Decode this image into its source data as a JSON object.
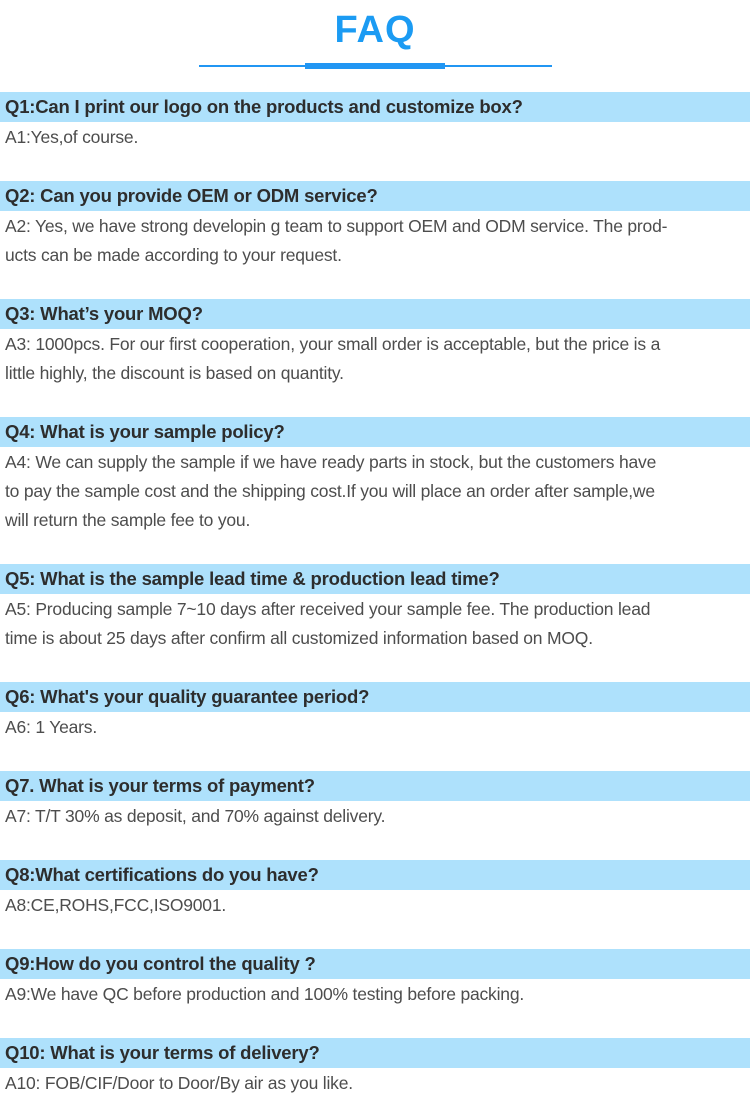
{
  "header": {
    "title": "FAQ"
  },
  "theme": {
    "title_blue": "#1b9bf3",
    "divider_blue": "#2196f3",
    "question_bar_blue": "#aee1fc",
    "question_text_color": "#2d2d2d",
    "answer_text_color": "#4d4d4d"
  },
  "faq": {
    "items": [
      {
        "q": "Q1:Can I print our logo on the products and customize box?",
        "a": "A1:Yes,of course."
      },
      {
        "q": "Q2: Can you provide OEM or ODM service?",
        "a": "A2: Yes, we have strong developin g team to support OEM and ODM service. The prod-\nucts can be made according to your request."
      },
      {
        "q": "Q3: What’s your MOQ?",
        "a": "A3: 1000pcs. For our first cooperation, your small order is acceptable, but the price is a\nlittle highly, the discount is based on quantity."
      },
      {
        "q": "Q4: What is your sample policy?",
        "a": "A4: We can supply the sample if we have ready parts in stock, but the customers have\nto pay the sample cost and the shipping cost.If you will place an order after sample,we\nwill return the sample fee to you."
      },
      {
        "q": "Q5: What is the sample lead time & production lead time?",
        "a": "A5: Producing sample 7~10 days after received your sample fee. The production lead\ntime is about 25 days after confirm all customized information based on MOQ."
      },
      {
        "q": "Q6: What's your quality guarantee period?",
        "a": "A6: 1 Years."
      },
      {
        "q": "Q7. What is your terms of payment?",
        "a": "A7: T/T 30% as deposit, and 70% against delivery."
      },
      {
        "q": "Q8:What certifications do you have?",
        "a": "A8:CE,ROHS,FCC,ISO9001."
      },
      {
        "q": "Q9:How do you control the quality ?",
        "a": "A9:We have QC before production and 100% testing before packing."
      },
      {
        "q": "Q10: What is your terms of delivery?",
        "a": "A10: FOB/CIF/Door to Door/By air as you like."
      }
    ]
  }
}
